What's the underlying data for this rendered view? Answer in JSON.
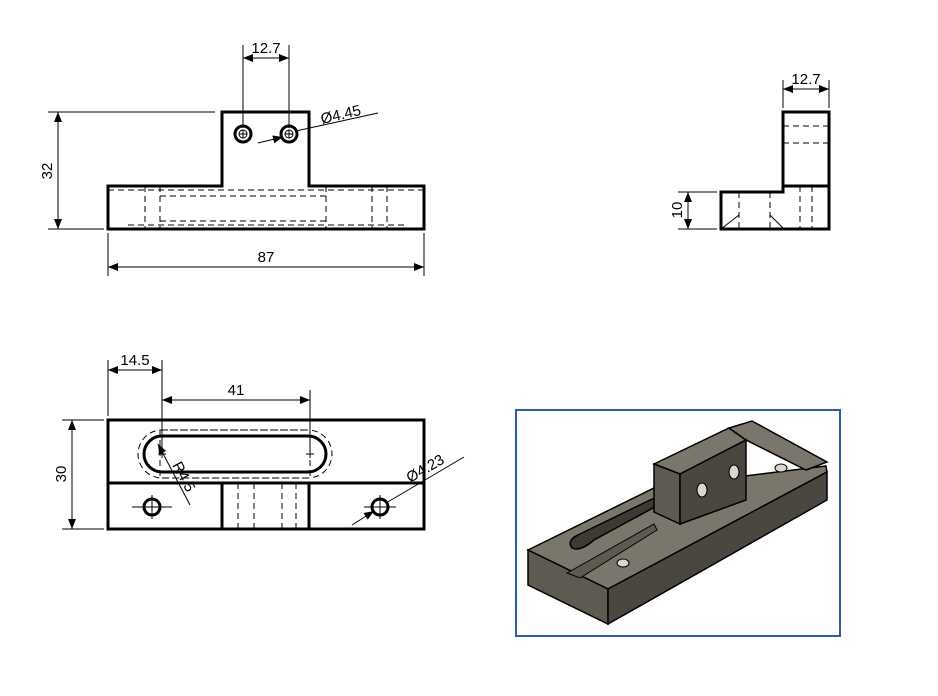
{
  "front_view": {
    "dim_top_width": "12.7",
    "dim_hole_diameter": "Ø4.45",
    "dim_height": "32",
    "dim_length": "87"
  },
  "side_view": {
    "dim_width": "12.7",
    "dim_base_height": "10"
  },
  "top_view": {
    "dim_slot_offset": "14.5",
    "dim_slot_length": "41",
    "dim_width": "30",
    "dim_slot_radius": "R4.5",
    "dim_hole_diameter": "Ø4.23"
  },
  "iso_view": {
    "frame_color": "#2f57c4",
    "body_color_top": "#7a766c",
    "body_color_front": "#5e5a52",
    "body_color_side": "#4a4741"
  }
}
